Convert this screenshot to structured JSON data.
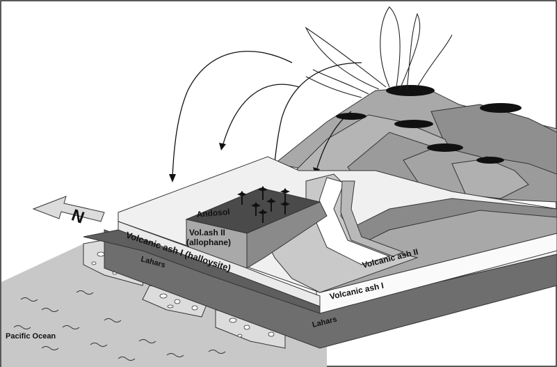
{
  "labels": {
    "andosol": "Andosol",
    "vol_ash_ii_line1": "Vol.ash II",
    "vol_ash_ii_line2": "(allophane)",
    "volcanic_ash_i_halloysite": "Volcanic ash I (halloysite)",
    "lahars_upper": "Lahars",
    "volcanic_ash_ii": "Volcanic ash II",
    "volcanic_ash_i": "Volcanic ash I",
    "lahars_lower": "Lahars",
    "pacific_ocean": "Pacific Ocean",
    "north": "N"
  },
  "colors": {
    "ocean": "#c8c8c8",
    "light_gray": "#e6e6e6",
    "mid_gray": "#a9a9a9",
    "dark_gray": "#6e6e6e",
    "very_dark": "#4a4a4a",
    "crater": "#111111",
    "white": "#ffffff"
  }
}
